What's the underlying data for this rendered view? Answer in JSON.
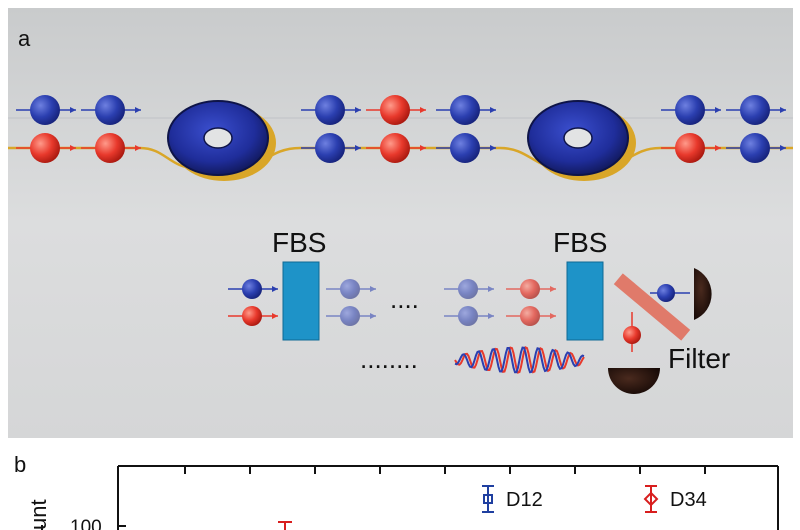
{
  "panel_a": {
    "label": "a",
    "fbs_label_1": "FBS",
    "fbs_label_2": "FBS",
    "ellipsis_short": "....",
    "ellipsis_long": "........",
    "filter_label": "Filter"
  },
  "panel_b": {
    "label": "b",
    "y_tick": "100",
    "y_label_fragment": "unt",
    "legend": [
      {
        "name": "D12",
        "color": "#1f3fa0"
      },
      {
        "name": "D34",
        "color": "#d81e1e"
      }
    ]
  },
  "colors": {
    "blue_photon": "#2b3fb0",
    "red_photon": "#e8392c",
    "fbs_block": "#1e93c8",
    "filter": "#e07a6a",
    "fiber": "#d9a628",
    "ring": "#1f2d9a",
    "background": "#d9dadb"
  }
}
